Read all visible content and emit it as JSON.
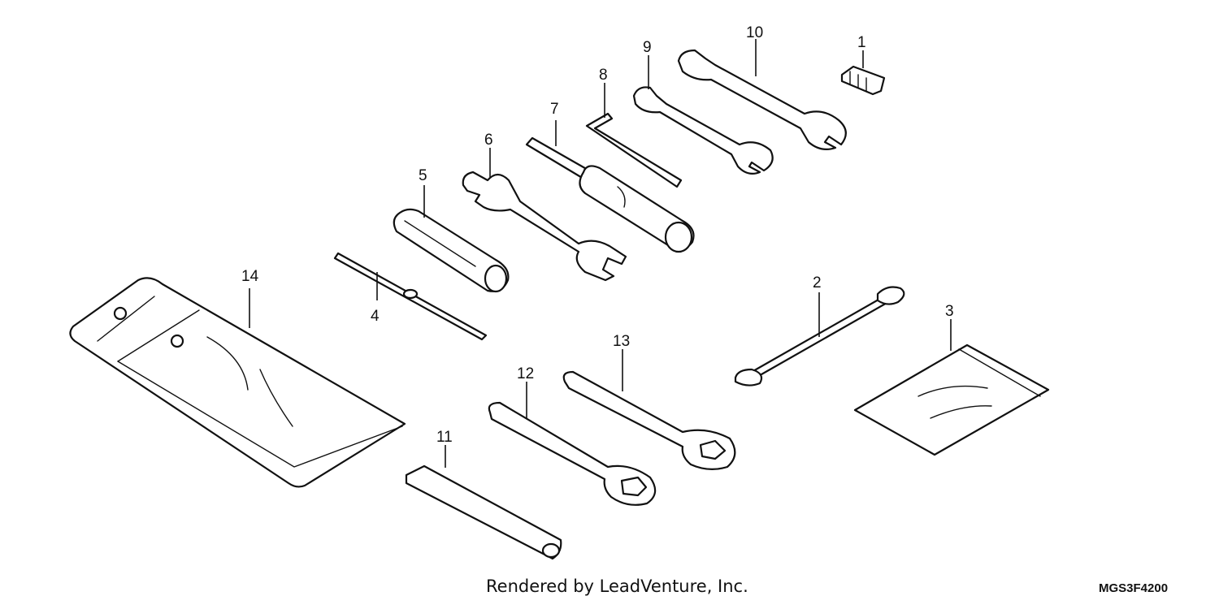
{
  "callouts": {
    "c1": "1",
    "c2": "2",
    "c3": "3",
    "c4": "4",
    "c5": "5",
    "c6": "6",
    "c7": "7",
    "c8": "8",
    "c9": "9",
    "c10": "10",
    "c11": "11",
    "c12": "12",
    "c13": "13",
    "c14": "14"
  },
  "footer": {
    "credit": "Rendered by LeadVenture, Inc.",
    "diagram_code": "MGS3F4200"
  }
}
